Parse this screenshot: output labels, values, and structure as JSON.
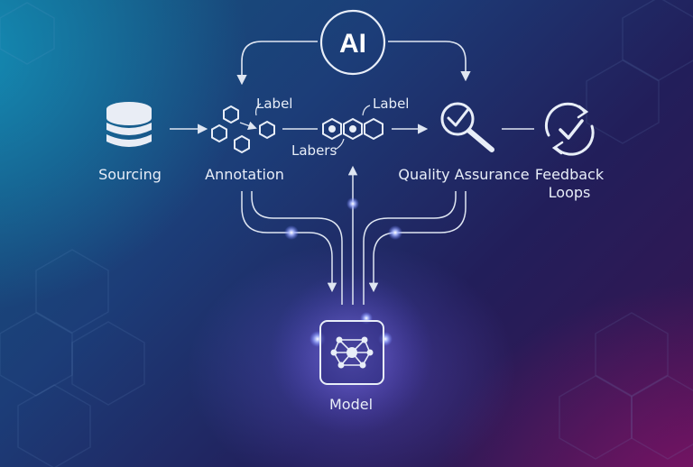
{
  "ai_badge": "AI",
  "nodes": {
    "sourcing": "Sourcing",
    "annotation": "Annotation",
    "quality": "Quality Assurance",
    "feedback_line1": "Feedback",
    "feedback_line2": "Loops",
    "model": "Model"
  },
  "annotation_labels": {
    "label1": "Label",
    "label2": "Label",
    "labers": "Labers"
  },
  "colors": {
    "line": "#dfe6f2",
    "glow": "#9fb0ff"
  }
}
